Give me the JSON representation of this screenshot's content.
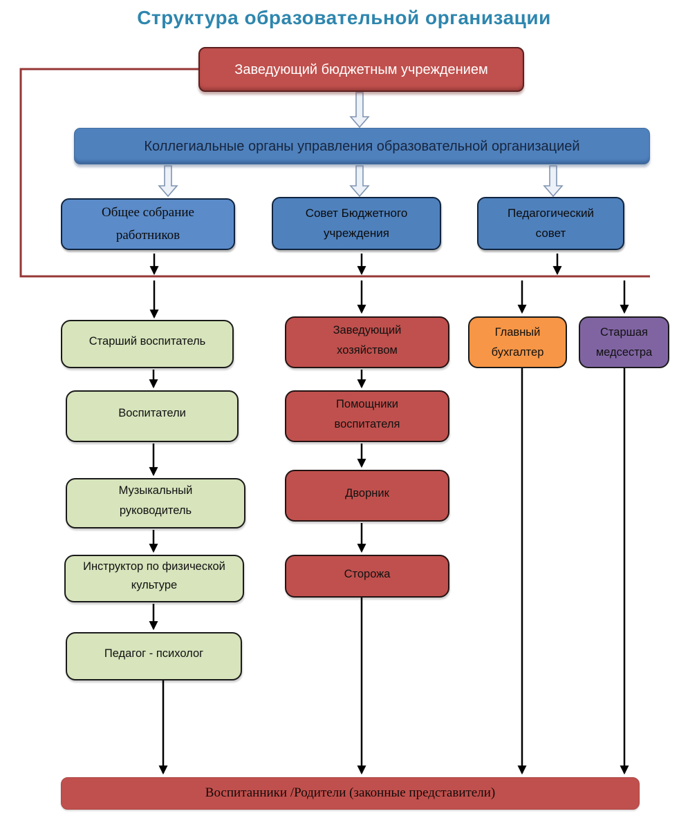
{
  "title": "Структура образовательной организации",
  "colors": {
    "title_text": "#2E86AE",
    "red_box": "#C0504D",
    "red_border": "#5A2120",
    "blue_box": "#4F81BD",
    "blue_text_dark": "#16253E",
    "green_box": "#D7E4BC",
    "orange_box": "#F79646",
    "purple_box": "#8064A2",
    "node_border": "#1A1A1A",
    "node_text": "#111111",
    "white_text": "#FFFFFF",
    "maroon_line": "#953735",
    "black": "#000000",
    "block_arrow_fill": "#EDF1F8",
    "block_arrow_stroke": "#7F94B0"
  },
  "nodes": {
    "head": {
      "label": "Заведующий бюджетным учреждением"
    },
    "collegial": {
      "label": "Коллегиальные органы управления образовательной организацией"
    },
    "assembly": {
      "label": "Общее собрание работников"
    },
    "council": {
      "label": "Совет Бюджетного учреждения"
    },
    "ped_council": {
      "label": "Педагогический совет"
    },
    "senior_educator": {
      "label": "Старший воспитатель"
    },
    "educators": {
      "label": "Воспитатели"
    },
    "music_director": {
      "label": "Музыкальный руководитель"
    },
    "pe_instructor": {
      "label": "Инструктор по физической культуре"
    },
    "psychologist": {
      "label": "Педагог - психолог"
    },
    "facility_manager": {
      "label": "Заведующий хозяйством"
    },
    "assistant_educators": {
      "label": "Помощники воспитателя"
    },
    "janitor": {
      "label": "Дворник"
    },
    "guards": {
      "label": "Сторожа"
    },
    "chief_accountant": {
      "label": "Главный бухгалтер"
    },
    "head_nurse": {
      "label": "Старшая медсестра"
    },
    "children_parents": {
      "label": "Воспитанники /Родители (законные представители)"
    }
  }
}
